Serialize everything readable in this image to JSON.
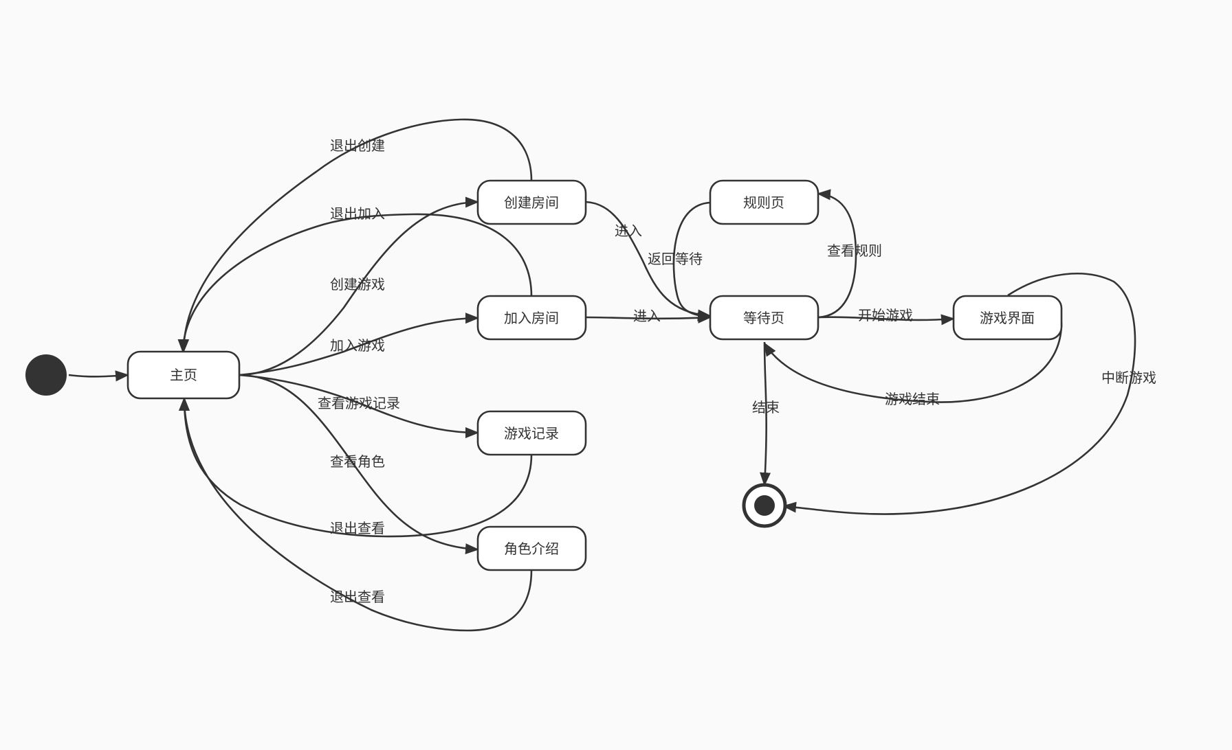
{
  "diagram": {
    "colors": {
      "stroke": "#333333",
      "node_fill": "#ffffff",
      "background": "#fafafa"
    },
    "states": {
      "home": "主页",
      "create_room": "创建房间",
      "join_room": "加入房间",
      "game_records": "游戏记录",
      "role_intro": "角色介绍",
      "rules_page": "规则页",
      "waiting_page": "等待页",
      "game_screen": "游戏界面"
    },
    "transitions": {
      "exit_create": "退出创建",
      "exit_join": "退出加入",
      "create_game": "创建游戏",
      "join_game": "加入游戏",
      "view_game_records": "查看游戏记录",
      "view_roles": "查看角色",
      "exit_view_records": "退出查看",
      "exit_view_roles": "退出查看",
      "enter_from_create": "进入",
      "enter_from_join": "进入",
      "return_to_wait": "返回等待",
      "view_rules": "查看规则",
      "start_game": "开始游戏",
      "game_over": "游戏结束",
      "end": "结束",
      "interrupt_game": "中断游戏"
    }
  }
}
